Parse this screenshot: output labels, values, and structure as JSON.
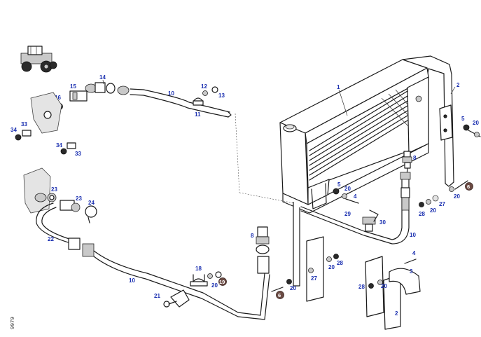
{
  "diagram": {
    "corner_ref": "9979",
    "callouts": [
      {
        "text": "1"
      },
      {
        "text": "2"
      },
      {
        "text": "5"
      },
      {
        "text": "20"
      },
      {
        "text": "8"
      },
      {
        "text": "6"
      },
      {
        "text": "5"
      },
      {
        "text": "20"
      },
      {
        "text": "4"
      },
      {
        "text": "29"
      },
      {
        "text": "30"
      },
      {
        "text": "10"
      },
      {
        "text": "28"
      },
      {
        "text": "20"
      },
      {
        "text": "27"
      },
      {
        "text": "20"
      },
      {
        "text": "14"
      },
      {
        "text": "15"
      },
      {
        "text": "16"
      },
      {
        "text": "10"
      },
      {
        "text": "12"
      },
      {
        "text": "13"
      },
      {
        "text": "11"
      },
      {
        "text": "34"
      },
      {
        "text": "33"
      },
      {
        "text": "34"
      },
      {
        "text": "33"
      },
      {
        "text": "23"
      },
      {
        "text": "23"
      },
      {
        "text": "24"
      },
      {
        "text": "22"
      },
      {
        "text": "8"
      },
      {
        "text": "10"
      },
      {
        "text": "18"
      },
      {
        "text": "20"
      },
      {
        "text": "19"
      },
      {
        "text": "21"
      },
      {
        "text": "6"
      },
      {
        "text": "20"
      },
      {
        "text": "27"
      },
      {
        "text": "20"
      },
      {
        "text": "28"
      },
      {
        "text": "4"
      },
      {
        "text": "3"
      },
      {
        "text": "28"
      },
      {
        "text": "20"
      },
      {
        "text": "2"
      }
    ],
    "colors": {
      "callout": "#1a2fb0",
      "badge": "#6b4a43",
      "line": "#1a1a1a"
    }
  }
}
